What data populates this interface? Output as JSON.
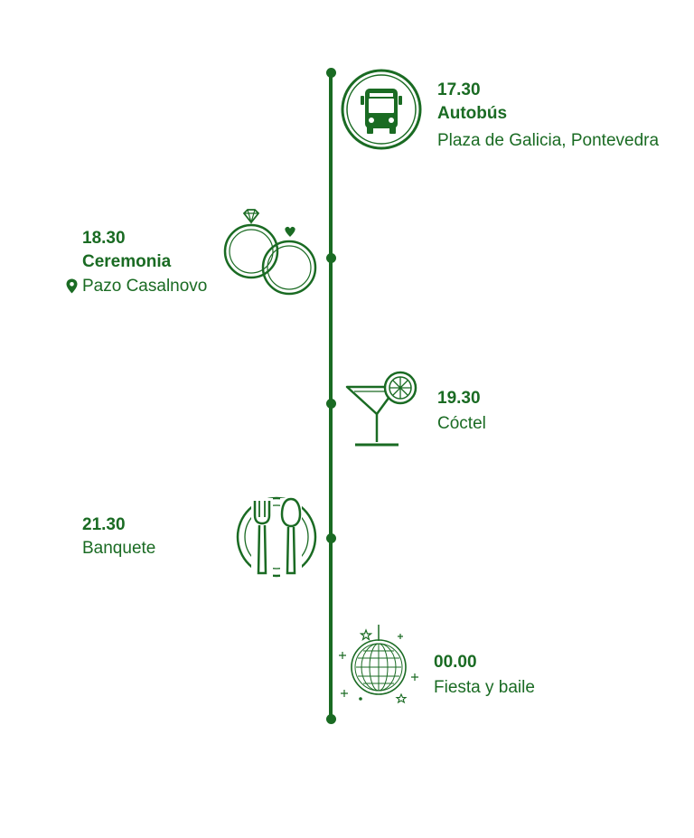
{
  "accent_color": "#1a6b23",
  "events": [
    {
      "time": "17.30",
      "title": "Autobús",
      "place": "Plaza de Galicia, Pontevedra",
      "icon": "bus-icon"
    },
    {
      "time": "18.30",
      "title": "Ceremonia",
      "place": "Pazo Casalnovo",
      "icon": "wedding-rings-icon"
    },
    {
      "time": "19.30",
      "title": "Cóctel",
      "icon": "cocktail-icon"
    },
    {
      "time": "21.30",
      "title": "Banquete",
      "icon": "plate-cutlery-icon"
    },
    {
      "time": "00.00",
      "title": "Fiesta y baile",
      "icon": "disco-ball-icon"
    }
  ]
}
